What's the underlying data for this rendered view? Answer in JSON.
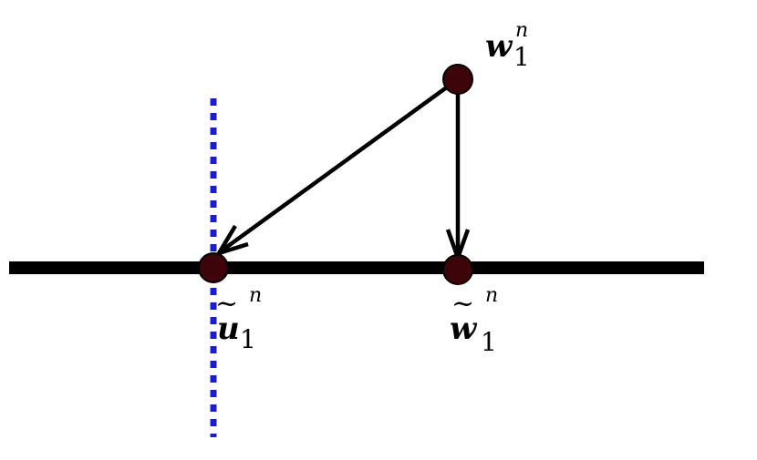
{
  "colors": {
    "line": "#000000",
    "point_fill": "#3d0509",
    "dotted": "#1a1adb",
    "background": "#ffffff"
  },
  "labels": {
    "w1n": {
      "base": "w",
      "sub": "1",
      "sup": "n"
    },
    "u1n_tilde": {
      "accent": "~",
      "base": "u",
      "sub": "1",
      "sup": "n"
    },
    "w1n_tilde": {
      "accent": "~",
      "base": "w",
      "sub": "1",
      "sup": "n"
    }
  }
}
